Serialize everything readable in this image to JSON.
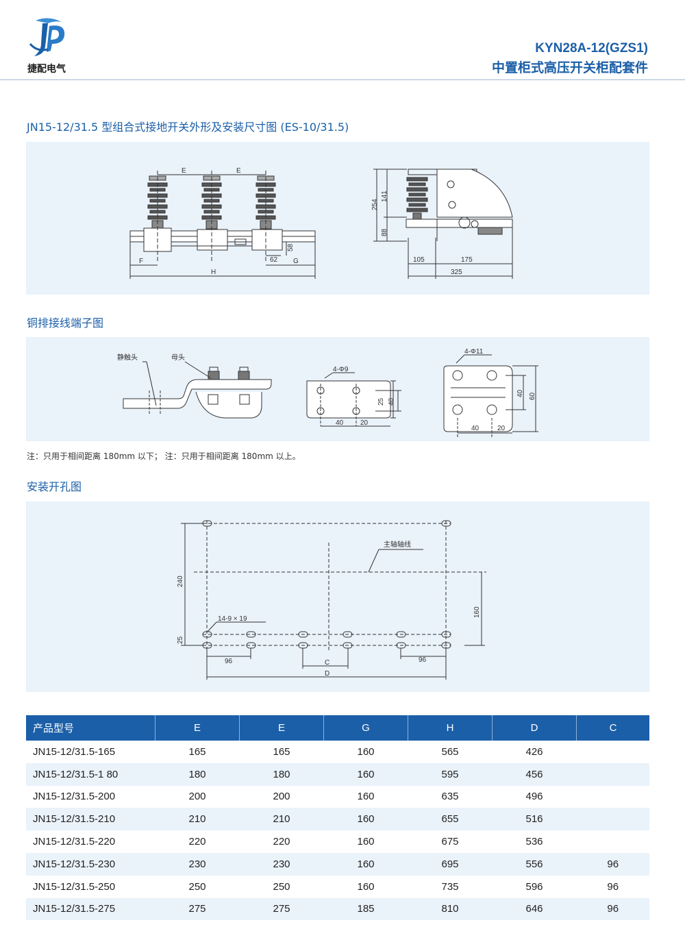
{
  "header": {
    "logo_text": "捷配电气",
    "model": "KYN28A-12(GZS1)",
    "title": "中置柜式高压开关柜配套件"
  },
  "section1": {
    "title": "JN15-12/31.5 型组合式接地开关外形及安装尺寸图 (ES-10/31.5)",
    "dims": {
      "e1": "E",
      "e2": "E",
      "f": "F",
      "h": "H",
      "g": "G",
      "d62": "62",
      "d58": "58",
      "d254": "254",
      "d141": "141",
      "d88": "88",
      "d105": "105",
      "d175": "175",
      "d325": "325"
    }
  },
  "section2": {
    "title": "铜排接线端子图",
    "labels": {
      "static_contact": "静触头",
      "bus_head": "母头",
      "holes_a": "4-Φ9",
      "holes_b": "4-Φ11",
      "a40": "40",
      "a20": "20",
      "a25": "25",
      "a40v": "40",
      "b40": "40",
      "b20": "20",
      "b40v": "40",
      "b60": "60"
    }
  },
  "note": "注：只用于相间距离 180mm 以下；  注：只用于相间距离 180mm 以上。",
  "section3": {
    "title": "安装开孔图",
    "labels": {
      "main_axis": "主轴轴线",
      "holes": "14-9 × 19",
      "d240": "240",
      "d25": "25",
      "d160": "160",
      "d96a": "96",
      "d96b": "96",
      "c": "C",
      "d": "D"
    }
  },
  "table": {
    "headers": [
      "产品型号",
      "E",
      "E",
      "G",
      "H",
      "D",
      "C"
    ],
    "rows": [
      [
        "JN15-12/31.5-165",
        "165",
        "165",
        "160",
        "565",
        "426",
        ""
      ],
      [
        "JN15-12/31.5-1 80",
        "180",
        "180",
        "160",
        "595",
        "456",
        ""
      ],
      [
        "JN15-12/31.5-200",
        "200",
        "200",
        "160",
        "635",
        "496",
        ""
      ],
      [
        "JN15-12/31.5-210",
        "210",
        "210",
        "160",
        "655",
        "516",
        ""
      ],
      [
        "JN15-12/31.5-220",
        "220",
        "220",
        "160",
        "675",
        "536",
        ""
      ],
      [
        "JN15-12/31.5-230",
        "230",
        "230",
        "160",
        "695",
        "556",
        "96"
      ],
      [
        "JN15-12/31.5-250",
        "250",
        "250",
        "160",
        "735",
        "596",
        "96"
      ],
      [
        "JN15-12/31.5-275",
        "275",
        "275",
        "185",
        "810",
        "646",
        "96"
      ]
    ]
  },
  "colors": {
    "brand": "#1b5fa8",
    "panel": "#eaf2fa"
  }
}
